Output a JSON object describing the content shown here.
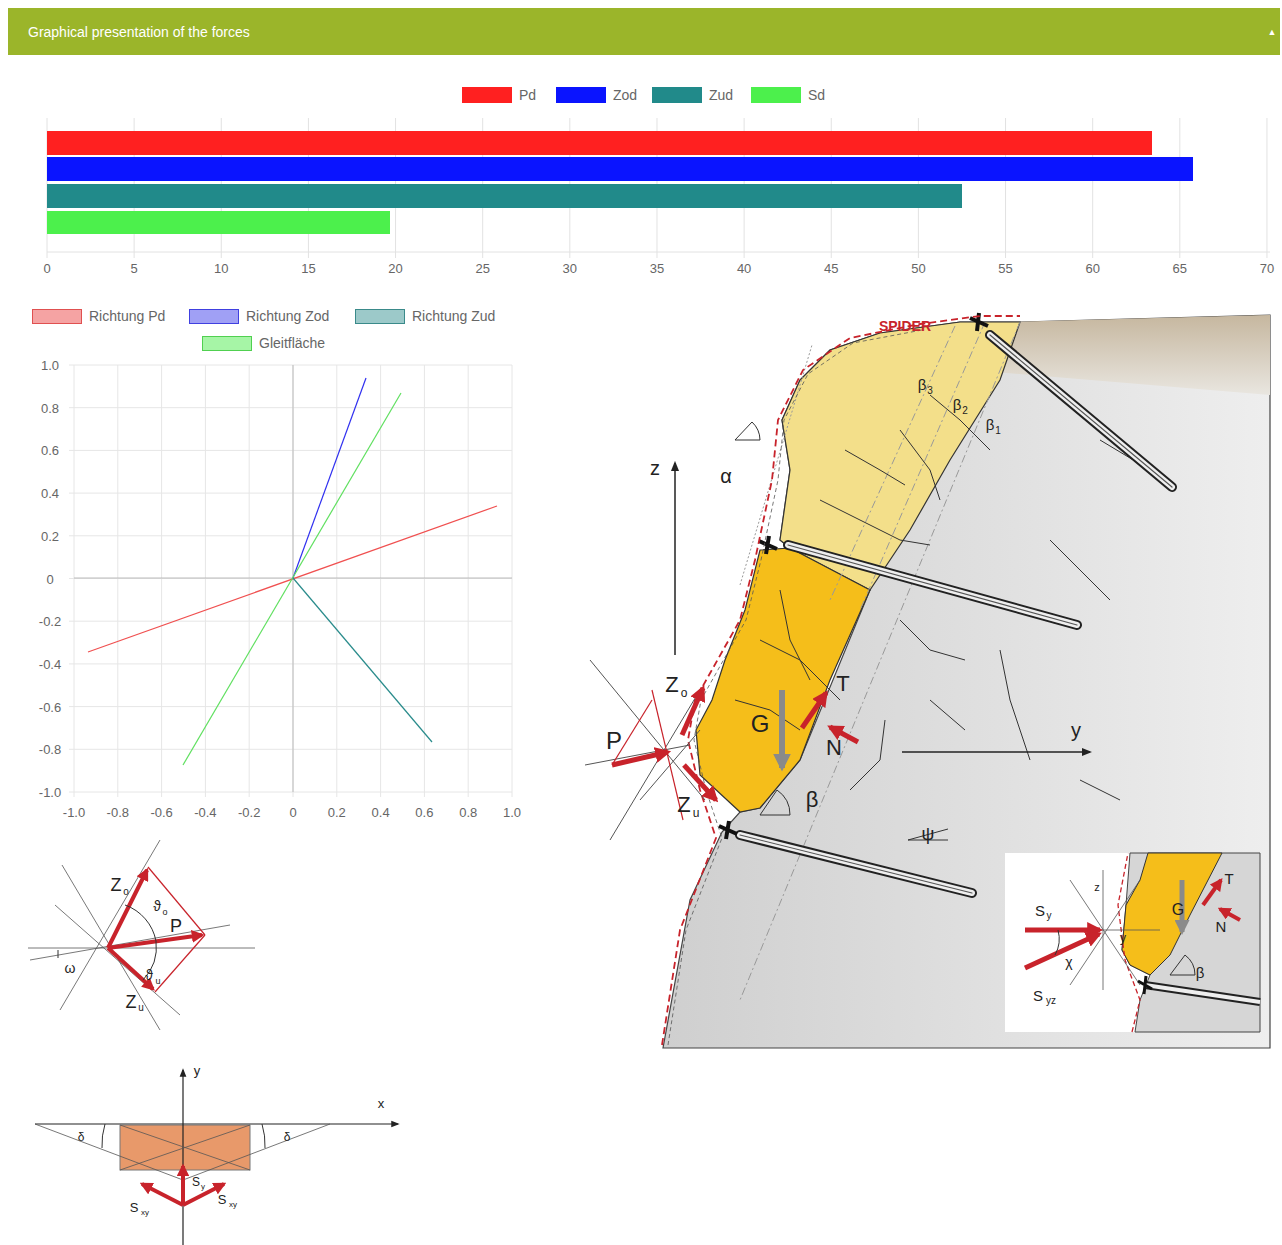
{
  "diagram": {
    "title": "Graphical presentation of the forces",
    "labels": [
      "0",
      "5",
      "10",
      "15",
      "20",
      "25",
      "30",
      "35",
      "40",
      "45",
      "50",
      "55",
      "60",
      "65",
      "70",
      "1.0",
      "0.8",
      "0.6",
      "0.4",
      "0.2",
      "0",
      "-0.2",
      "-0.4",
      "-0.6",
      "-0.8",
      "-1.0",
      "-1.0",
      "-0.8",
      "-0.6",
      "-0.4",
      "-0.2",
      "0",
      "0.2",
      "0.4",
      "0.6",
      "0.8",
      "1.0",
      "▲",
      "SPIDER",
      "β",
      "3",
      "β",
      "2",
      "β",
      "1",
      "α",
      "z",
      "Z",
      "o",
      "P",
      "Z",
      "u",
      "G",
      "T",
      "N",
      "y",
      "β",
      "ψ",
      "S",
      "y",
      "S",
      "yz",
      "χ",
      "z",
      "y",
      "G",
      "T",
      "N",
      "β",
      "Z",
      "o",
      "ϑ",
      "o",
      "P",
      "ω",
      "ϑ",
      "u",
      "Z",
      "u",
      "y",
      "x",
      "δ",
      "δ",
      "S",
      "y",
      "S",
      "xy",
      "S",
      "xy"
    ],
    "legend": [
      {
        "text": "Pd",
        "color": "#ff2020"
      },
      {
        "text": "Zod",
        "color": "#0a14ff"
      },
      {
        "text": "Zud",
        "color": "#218a8a"
      },
      {
        "text": "Sd",
        "color": "#4cf04c"
      },
      {
        "text": "Richtung Pd",
        "color": "#f5a3a3"
      },
      {
        "text": "Richtung Zod",
        "color": "#a0a0f5"
      },
      {
        "text": "Richtung Zud",
        "color": "#9cc9c9"
      },
      {
        "text": "Gleitfläche",
        "color": "#a6f5a6"
      }
    ]
  }
}
